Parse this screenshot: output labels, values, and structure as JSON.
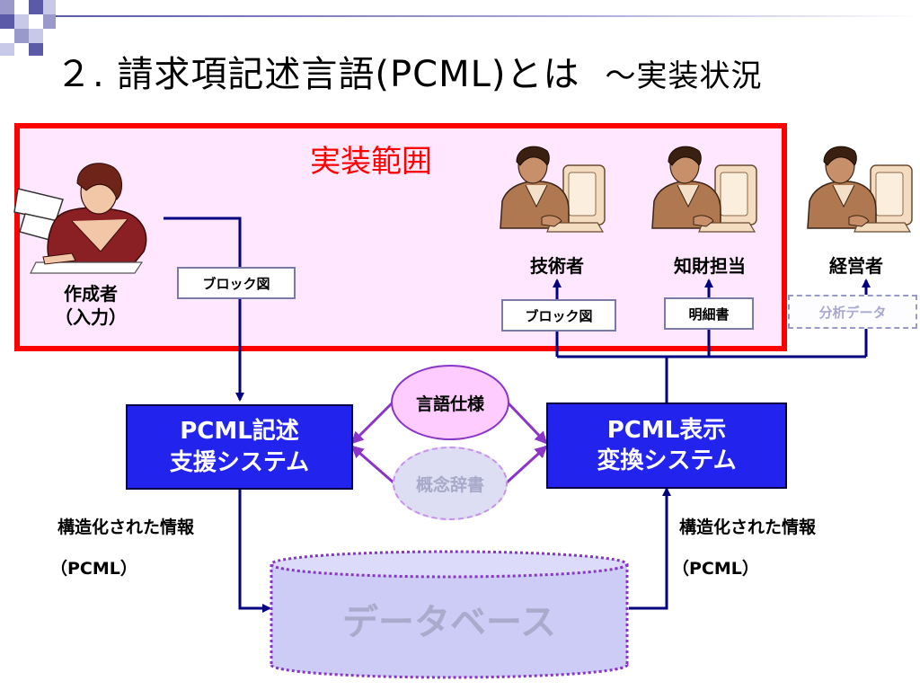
{
  "title": {
    "main": "２. 請求項記述言語(PCML)とは",
    "suffix": "～実装状況"
  },
  "scope": {
    "label": "実装範囲"
  },
  "persons": {
    "author": {
      "line1": "作成者",
      "line2": "（入力）"
    },
    "engineer": "技術者",
    "ip_staff": "知財担当",
    "manager": "経営者"
  },
  "documents": {
    "author_output": "ブロック図",
    "engineer_input": "ブロック図",
    "ip_input": "明細書",
    "manager_input": "分析データ"
  },
  "systems": {
    "editor": {
      "line1": "PCML記述",
      "line2": "支援システム"
    },
    "viewer": {
      "line1": "PCML表示",
      "line2": "変換システム"
    }
  },
  "resources": {
    "language_spec": "言語仕様",
    "concept_dictionary": "概念辞書"
  },
  "flows": {
    "left": {
      "line1": "構造化された情報",
      "line2": "（PCML）"
    },
    "right": {
      "line1": "構造化された情報",
      "line2": "（PCML）"
    }
  },
  "database": {
    "label": "データベース"
  },
  "colors": {
    "scope_border": "#ff0000",
    "scope_fill": "#ffe8ff",
    "system_fill": "#2323ee",
    "arrow": "#000080",
    "link_arrow": "#8a34c8",
    "database_fill": "#ccccf6"
  }
}
